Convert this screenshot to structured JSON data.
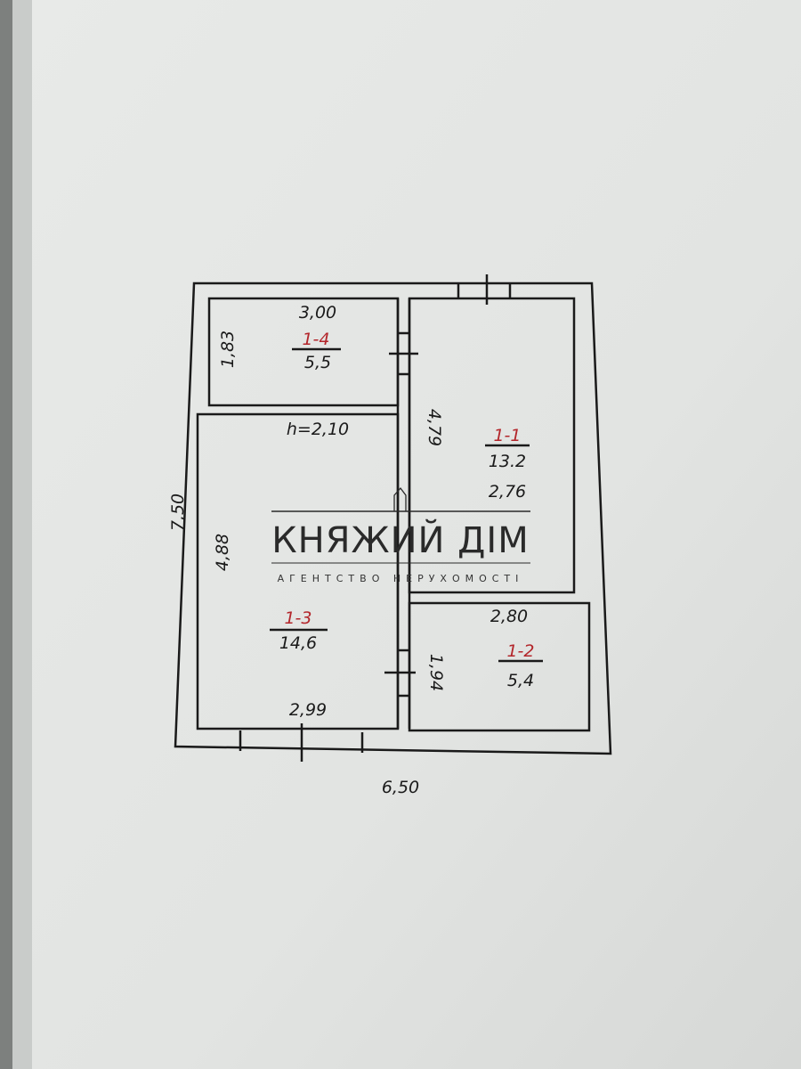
{
  "plan": {
    "overall_height": "7,50",
    "overall_width": "6,50",
    "rooms": [
      {
        "id": "1-4",
        "area": "5,5",
        "width": "3,00",
        "depth": "1,83"
      },
      {
        "id": "1-3",
        "area": "14,6",
        "height_note": "h=2,10",
        "depth": "4,88",
        "width": "2,99"
      },
      {
        "id": "1-1",
        "area": "13.2",
        "depth": "4,79",
        "width": "2,76"
      },
      {
        "id": "1-2",
        "area": "5,4",
        "width": "2,80",
        "depth": "1,94"
      }
    ]
  },
  "watermark": {
    "brand": "КНЯЖИЙ ДІМ",
    "tagline": "АГЕНТСТВО НЕРУХОМОСТІ"
  },
  "colors": {
    "paper": "#e4e6e4",
    "ink": "#1a1a1a",
    "red_ink": "#b3262b"
  }
}
